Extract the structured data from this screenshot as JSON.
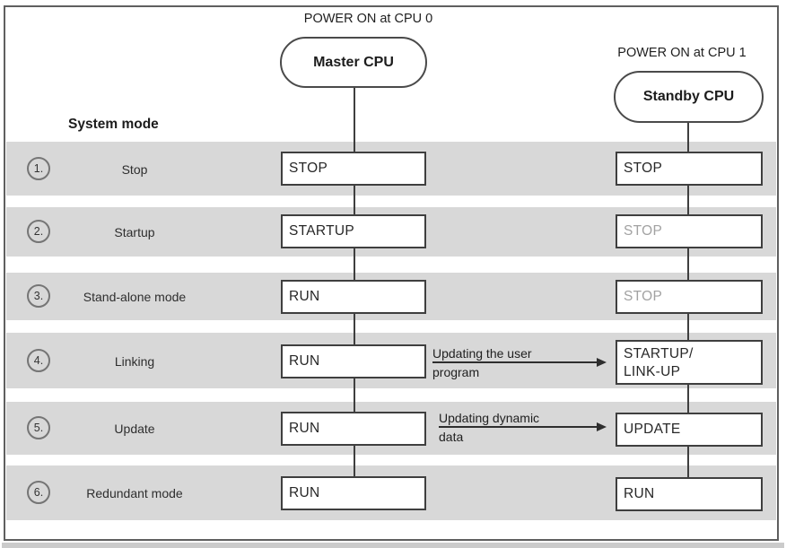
{
  "header": {
    "power_on_cpu0": "POWER ON at CPU 0",
    "power_on_cpu1": "POWER ON at CPU 1",
    "master_cpu_label": "Master CPU",
    "standby_cpu_label": "Standby CPU",
    "system_mode_label": "System mode"
  },
  "rows": [
    {
      "num": "1.",
      "label": "Stop",
      "master": "STOP",
      "standby": "STOP",
      "standby_dimmed": false
    },
    {
      "num": "2.",
      "label": "Startup",
      "master": "STARTUP",
      "standby": "STOP",
      "standby_dimmed": true
    },
    {
      "num": "3.",
      "label": "Stand-alone mode",
      "master": "RUN",
      "standby": "STOP",
      "standby_dimmed": true
    },
    {
      "num": "4.",
      "label": "Linking",
      "master": "RUN",
      "standby_line1": "STARTUP/",
      "standby_line2": "LINK-UP",
      "standby_dimmed": false,
      "annotation_line1": "Updating the user",
      "annotation_line2": "program"
    },
    {
      "num": "5.",
      "label": "Update",
      "master": "RUN",
      "standby": "UPDATE",
      "standby_dimmed": false,
      "annotation_line1": "Updating dynamic",
      "annotation_line2": "data"
    },
    {
      "num": "6.",
      "label": "Redundant mode",
      "master": "RUN",
      "standby": "RUN",
      "standby_dimmed": false
    }
  ],
  "colors": {
    "band_gray": "#d8d8d8",
    "line_dark": "#3f3f3f",
    "border_dark": "#5f5f5f",
    "text_main": "#272727",
    "text_dim": "#a2a2a2",
    "box_bg": "#ffffff"
  }
}
